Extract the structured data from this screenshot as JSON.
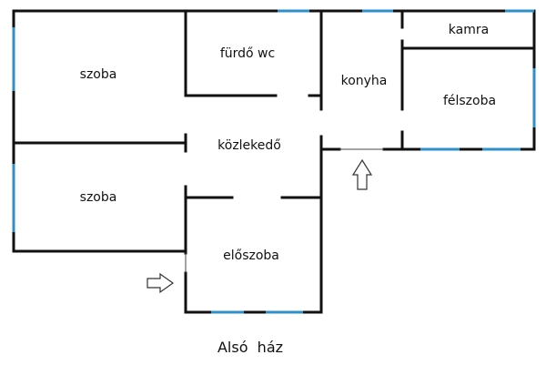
{
  "rooms": {
    "szoba_top": "szoba",
    "furdo": "fürdő  wc",
    "konyha": "konyha",
    "kamra": "kamra",
    "felszoba": "félszoba",
    "kozlekedo": "közlekedő",
    "szoba_bottom": "szoba",
    "eloszoba": "előszoba"
  },
  "caption": "Alsó  ház",
  "colors": {
    "wall": "#111111",
    "window": "#2f8fc9"
  },
  "entrances": [
    {
      "name": "entrance-up",
      "icon": "arrow-up-icon"
    },
    {
      "name": "entrance-right",
      "icon": "arrow-right-icon"
    }
  ]
}
